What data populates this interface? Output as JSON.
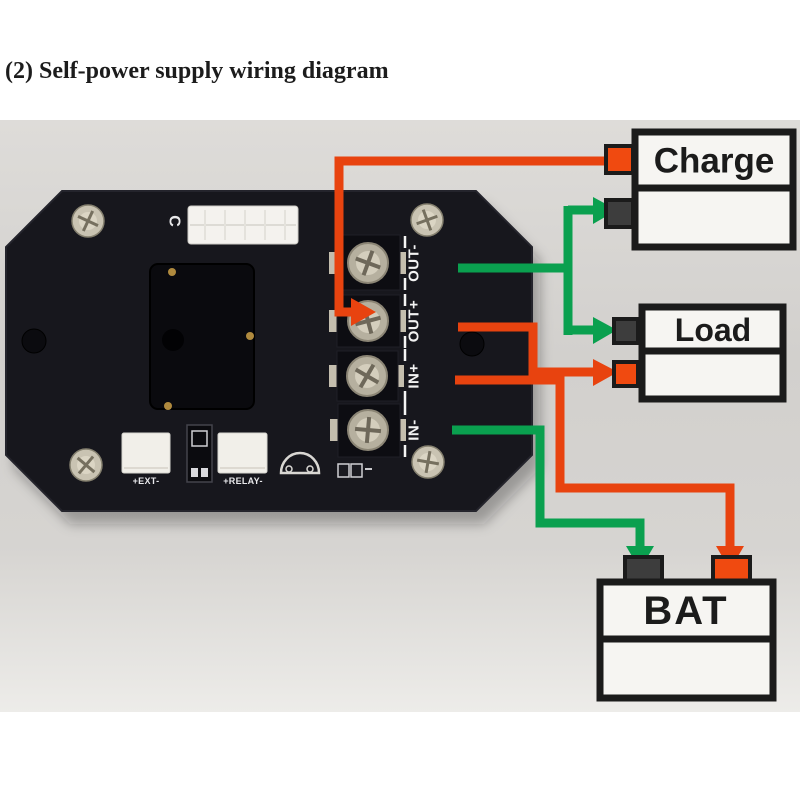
{
  "title": "(2) Self-power supply wiring diagram",
  "board": {
    "silkscreen_mark": "C",
    "terminals": [
      {
        "label": "OUT-",
        "wire_color": "green"
      },
      {
        "label": "OUT+",
        "wire_color": "orange"
      },
      {
        "label": "IN+",
        "wire_color": "orange"
      },
      {
        "label": "IN-",
        "wire_color": "green"
      }
    ],
    "bottom_connectors": [
      {
        "label": "+EXT-"
      },
      {
        "label": "+RELAY-"
      }
    ]
  },
  "devices": {
    "charge": {
      "label": "Charge"
    },
    "load": {
      "label": "Load"
    },
    "battery": {
      "label": "BAT"
    }
  },
  "connections": [
    {
      "from": "Charge +",
      "to": "OUT+",
      "wire": "orange"
    },
    {
      "from": "OUT-",
      "to": "Charge -",
      "wire": "green"
    },
    {
      "from": "OUT-",
      "to": "Load -",
      "wire": "green"
    },
    {
      "from": "OUT+",
      "to": "Load +",
      "wire": "orange"
    },
    {
      "from": "IN+",
      "to": "BAT +",
      "wire": "orange"
    },
    {
      "from": "IN-",
      "to": "BAT -",
      "wire": "green"
    }
  ],
  "colors": {
    "positive_wire": "#e8430f",
    "negative_wire": "#0aa04f",
    "positive_terminal": "#f04a10",
    "negative_terminal": "#3d3d3d",
    "outline": "#1b1b1b",
    "pcb": "#17171d",
    "photo_background": "#d6d4d1"
  }
}
